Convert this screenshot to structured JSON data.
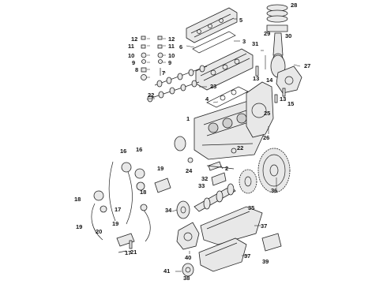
{
  "callouts": [
    {
      "id": "c1",
      "label": "1"
    },
    {
      "id": "c2",
      "label": "2"
    },
    {
      "id": "c3",
      "label": "3"
    },
    {
      "id": "c4",
      "label": "4"
    },
    {
      "id": "c5",
      "label": "5"
    },
    {
      "id": "c6",
      "label": "6"
    },
    {
      "id": "c7",
      "label": "7"
    },
    {
      "id": "c8",
      "label": "8"
    },
    {
      "id": "c9a",
      "label": "9"
    },
    {
      "id": "c9b",
      "label": "9"
    },
    {
      "id": "c10a",
      "label": "10"
    },
    {
      "id": "c10b",
      "label": "10"
    },
    {
      "id": "c11a",
      "label": "11"
    },
    {
      "id": "c11b",
      "label": "11"
    },
    {
      "id": "c12a",
      "label": "12"
    },
    {
      "id": "c12b",
      "label": "12"
    },
    {
      "id": "c13a",
      "label": "13"
    },
    {
      "id": "c13b",
      "label": "13"
    },
    {
      "id": "c14",
      "label": "14"
    },
    {
      "id": "c15",
      "label": "15"
    },
    {
      "id": "c16a",
      "label": "16"
    },
    {
      "id": "c16b",
      "label": "16"
    },
    {
      "id": "c17a",
      "label": "17"
    },
    {
      "id": "c17b",
      "label": "17"
    },
    {
      "id": "c18a",
      "label": "18"
    },
    {
      "id": "c18b",
      "label": "18"
    },
    {
      "id": "c19a",
      "label": "19"
    },
    {
      "id": "c19b",
      "label": "19"
    },
    {
      "id": "c19c",
      "label": "19"
    },
    {
      "id": "c20",
      "label": "20"
    },
    {
      "id": "c21",
      "label": "21"
    },
    {
      "id": "c22a",
      "label": "22"
    },
    {
      "id": "c22b",
      "label": "22"
    },
    {
      "id": "c23",
      "label": "23"
    },
    {
      "id": "c24",
      "label": "24"
    },
    {
      "id": "c25",
      "label": "25"
    },
    {
      "id": "c26",
      "label": "26"
    },
    {
      "id": "c27",
      "label": "27"
    },
    {
      "id": "c28",
      "label": "28"
    },
    {
      "id": "c29",
      "label": "29"
    },
    {
      "id": "c30",
      "label": "30"
    },
    {
      "id": "c31",
      "label": "31"
    },
    {
      "id": "c32",
      "label": "32"
    },
    {
      "id": "c33",
      "label": "33"
    },
    {
      "id": "c34",
      "label": "34"
    },
    {
      "id": "c35",
      "label": "35"
    },
    {
      "id": "c36",
      "label": "36"
    },
    {
      "id": "c37a",
      "label": "37"
    },
    {
      "id": "c37b",
      "label": "37"
    },
    {
      "id": "c38",
      "label": "38"
    },
    {
      "id": "c39",
      "label": "39"
    },
    {
      "id": "c40",
      "label": "40"
    },
    {
      "id": "c41",
      "label": "41"
    }
  ]
}
